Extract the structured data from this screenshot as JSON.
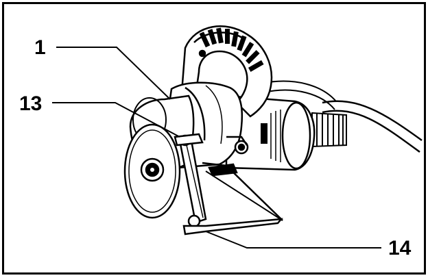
{
  "callouts": {
    "label_1": "1",
    "label_13": "13",
    "label_14": "14"
  }
}
